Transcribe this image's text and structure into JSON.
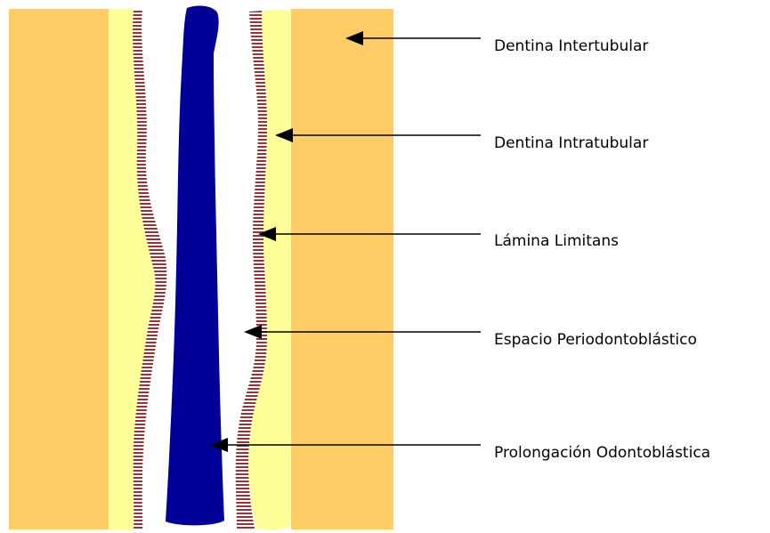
{
  "labels": {
    "intertubular": "Dentina Intertubular",
    "intratubular": "Dentina Intratubular",
    "lamina": "Lámina Limitans",
    "espacio": "Espacio Periodontoblástico",
    "prolongacion": "Prolongación Odontoblástica"
  },
  "colors": {
    "intertubular_dentin": "#FFCC66",
    "intratubular_dentin": "#FFFF99",
    "lamina_limitans_stripe": "#993333",
    "odontoblastic_process": "#000099",
    "periodontoblastic_space": "#FFFFFF",
    "arrow": "#000000"
  }
}
